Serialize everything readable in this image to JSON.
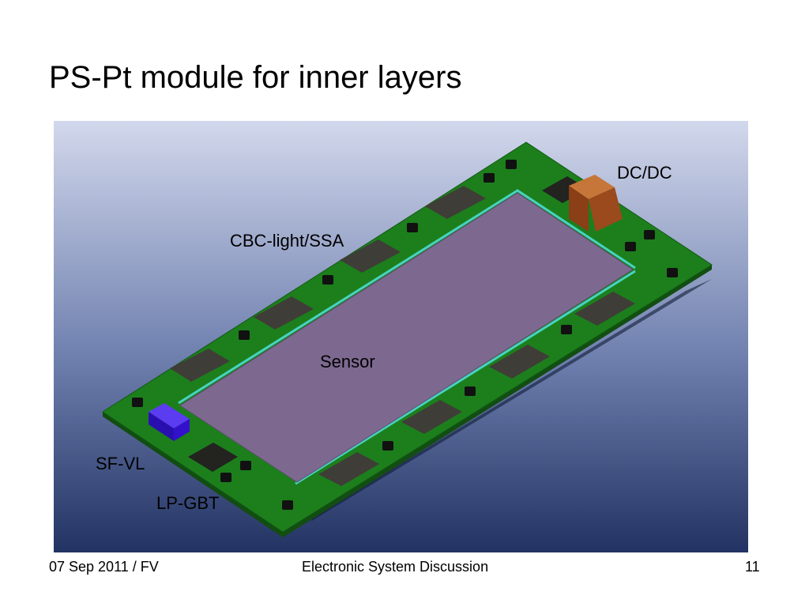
{
  "slide": {
    "title": "PS-Pt module for inner layers"
  },
  "figure": {
    "labels": {
      "dcdc": "DC/DC",
      "cbc": "CBC-light/SSA",
      "sensor": "Sensor",
      "sfvl": "SF-VL",
      "lpgbt": "LP-GBT"
    },
    "colors": {
      "background_top": "#d2d8ec",
      "background_bottom": "#223363",
      "pcb": "#1c7f1c",
      "sensor": "#7d698f",
      "sensor_edge": "#48d2c0",
      "chip": "#3f3d37",
      "dcdc": "#9a4a1c",
      "sfvl": "#3311cc"
    }
  },
  "footer": {
    "date_author": "07 Sep 2011 / FV",
    "event": "Electronic System Discussion",
    "page_number": "11"
  }
}
